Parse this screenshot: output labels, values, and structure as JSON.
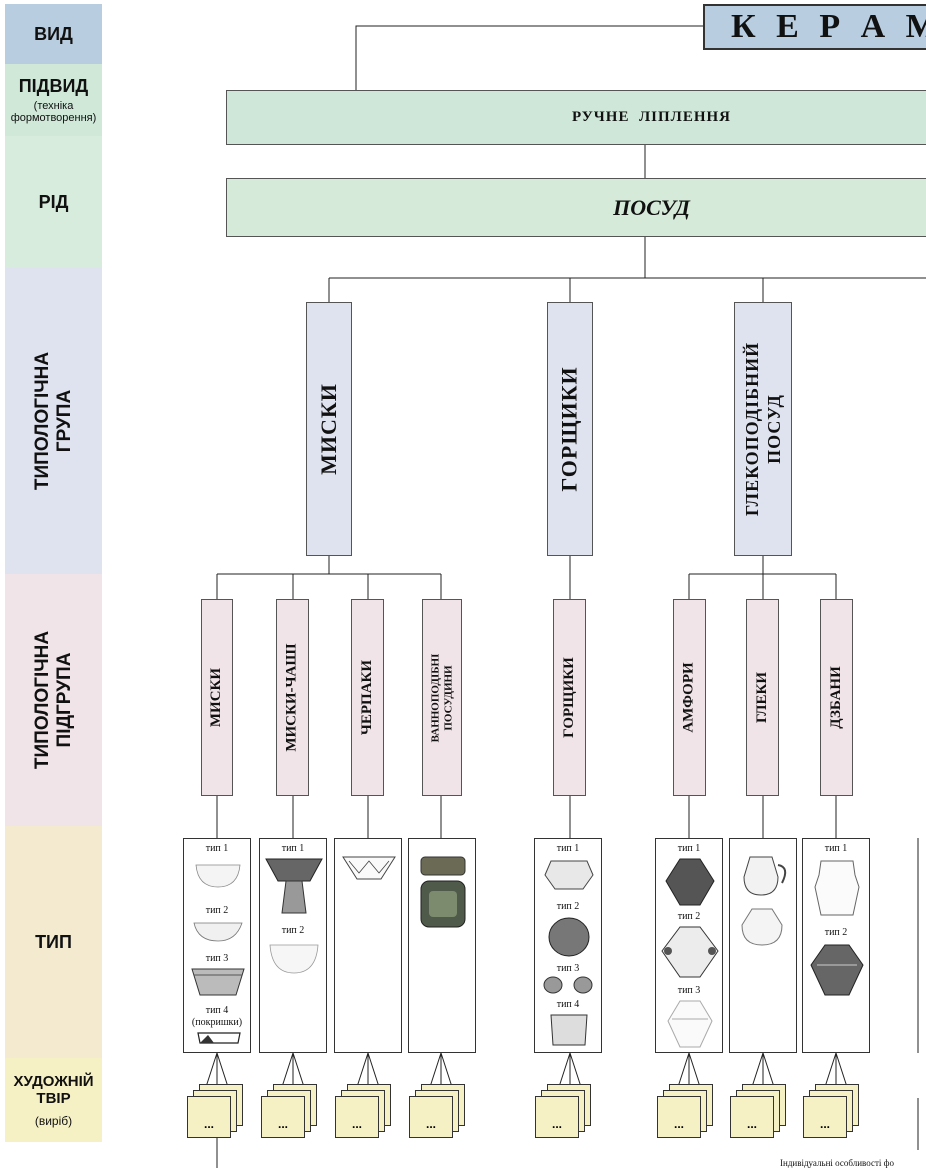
{
  "levels": {
    "vyd": "ВИД",
    "pidvyd": "ПІДВИД",
    "pidvyd_note": "(техніка формотворення)",
    "rid": "РІД",
    "group": "ТИПОЛОГІЧНА ГРУПА",
    "subgroup": "ТИПОЛОГІЧНА ПІДГРУПА",
    "typ": "ТИП",
    "artwork": "ХУДОЖНІЙ ТВІР",
    "artwork_note": "(виріб)"
  },
  "tree": {
    "root": "К Е Р А М",
    "subtype": "РУЧНЕ  ЛІПЛЕННЯ",
    "genus": "ПОСУД",
    "groups": [
      "МИСКИ",
      "ГОРЩИКИ",
      "ГЛЕКОПОДІБНИЙ ПОСУД"
    ],
    "subgroups": [
      "МИСКИ",
      "МИСКИ-ЧАШІ",
      "ЧЕРПАКИ",
      "ВАННОПОДІБНІ ПОСУДИНИ",
      "ГОРЩИКИ",
      "АМФОРИ",
      "ГЛЕКИ",
      "ДЗБАНИ"
    ]
  },
  "types": {
    "misky": [
      "тип 1",
      "тип 2",
      "тип 3",
      "тип 4",
      "(покришки)"
    ],
    "misky_chashi": [
      "тип 1",
      "тип 2"
    ],
    "horshchyky": [
      "тип 1",
      "тип 2",
      "тип 3",
      "тип 4"
    ],
    "amfory": [
      "тип 1",
      "тип 2",
      "тип 3"
    ],
    "dzbany": [
      "тип 1",
      "тип 2"
    ]
  },
  "artwork_card": "...",
  "footer": "Індивідуальні особливості фо",
  "colors": {
    "vyd": "#b9cde0",
    "pidvyd": "#cfe8d8",
    "group": "#dfe3ef",
    "subgroup": "#f1e4e9",
    "typ": "#f3ead0",
    "artwork": "#f6f1c4"
  }
}
